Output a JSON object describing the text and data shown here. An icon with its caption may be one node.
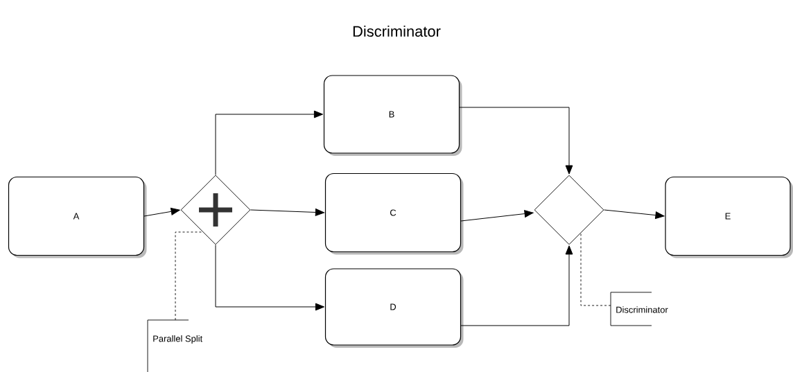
{
  "diagram": {
    "title": "Discriminator",
    "nodes": [
      {
        "text": [
          "A"
        ]
      },
      {
        "text": [],
        "shape": "diamond"
      },
      {
        "text": [
          "B"
        ]
      },
      {
        "text": [
          "C"
        ]
      },
      {
        "text": [
          "D"
        ]
      },
      {
        "text": [],
        "shape": "diamond"
      },
      {
        "text": [
          "E"
        ]
      },
      {
        "text": [
          "Parallel Split"
        ]
      },
      {
        "text": [
          "Discriminator"
        ]
      }
    ],
    "edges": [
      {
        "from": 0,
        "to": 1,
        "arrow": "to"
      },
      {
        "from": 1,
        "to": 2,
        "arrow": "to"
      },
      {
        "from": 1,
        "to": 3,
        "arrow": "to"
      },
      {
        "from": 1,
        "to": 4,
        "arrow": "to"
      },
      {
        "from": 2,
        "to": 5,
        "arrow": "to"
      },
      {
        "from": 3,
        "to": 5,
        "arrow": "to"
      },
      {
        "from": 4,
        "to": 5,
        "arrow": "to"
      },
      {
        "from": 5,
        "to": 6,
        "arrow": "to"
      },
      {
        "from": 7,
        "to": 1,
        "arrow": "none",
        "style": "dashed"
      },
      {
        "from": 8,
        "to": 5,
        "arrow": "none",
        "style": "dashed"
      }
    ]
  }
}
